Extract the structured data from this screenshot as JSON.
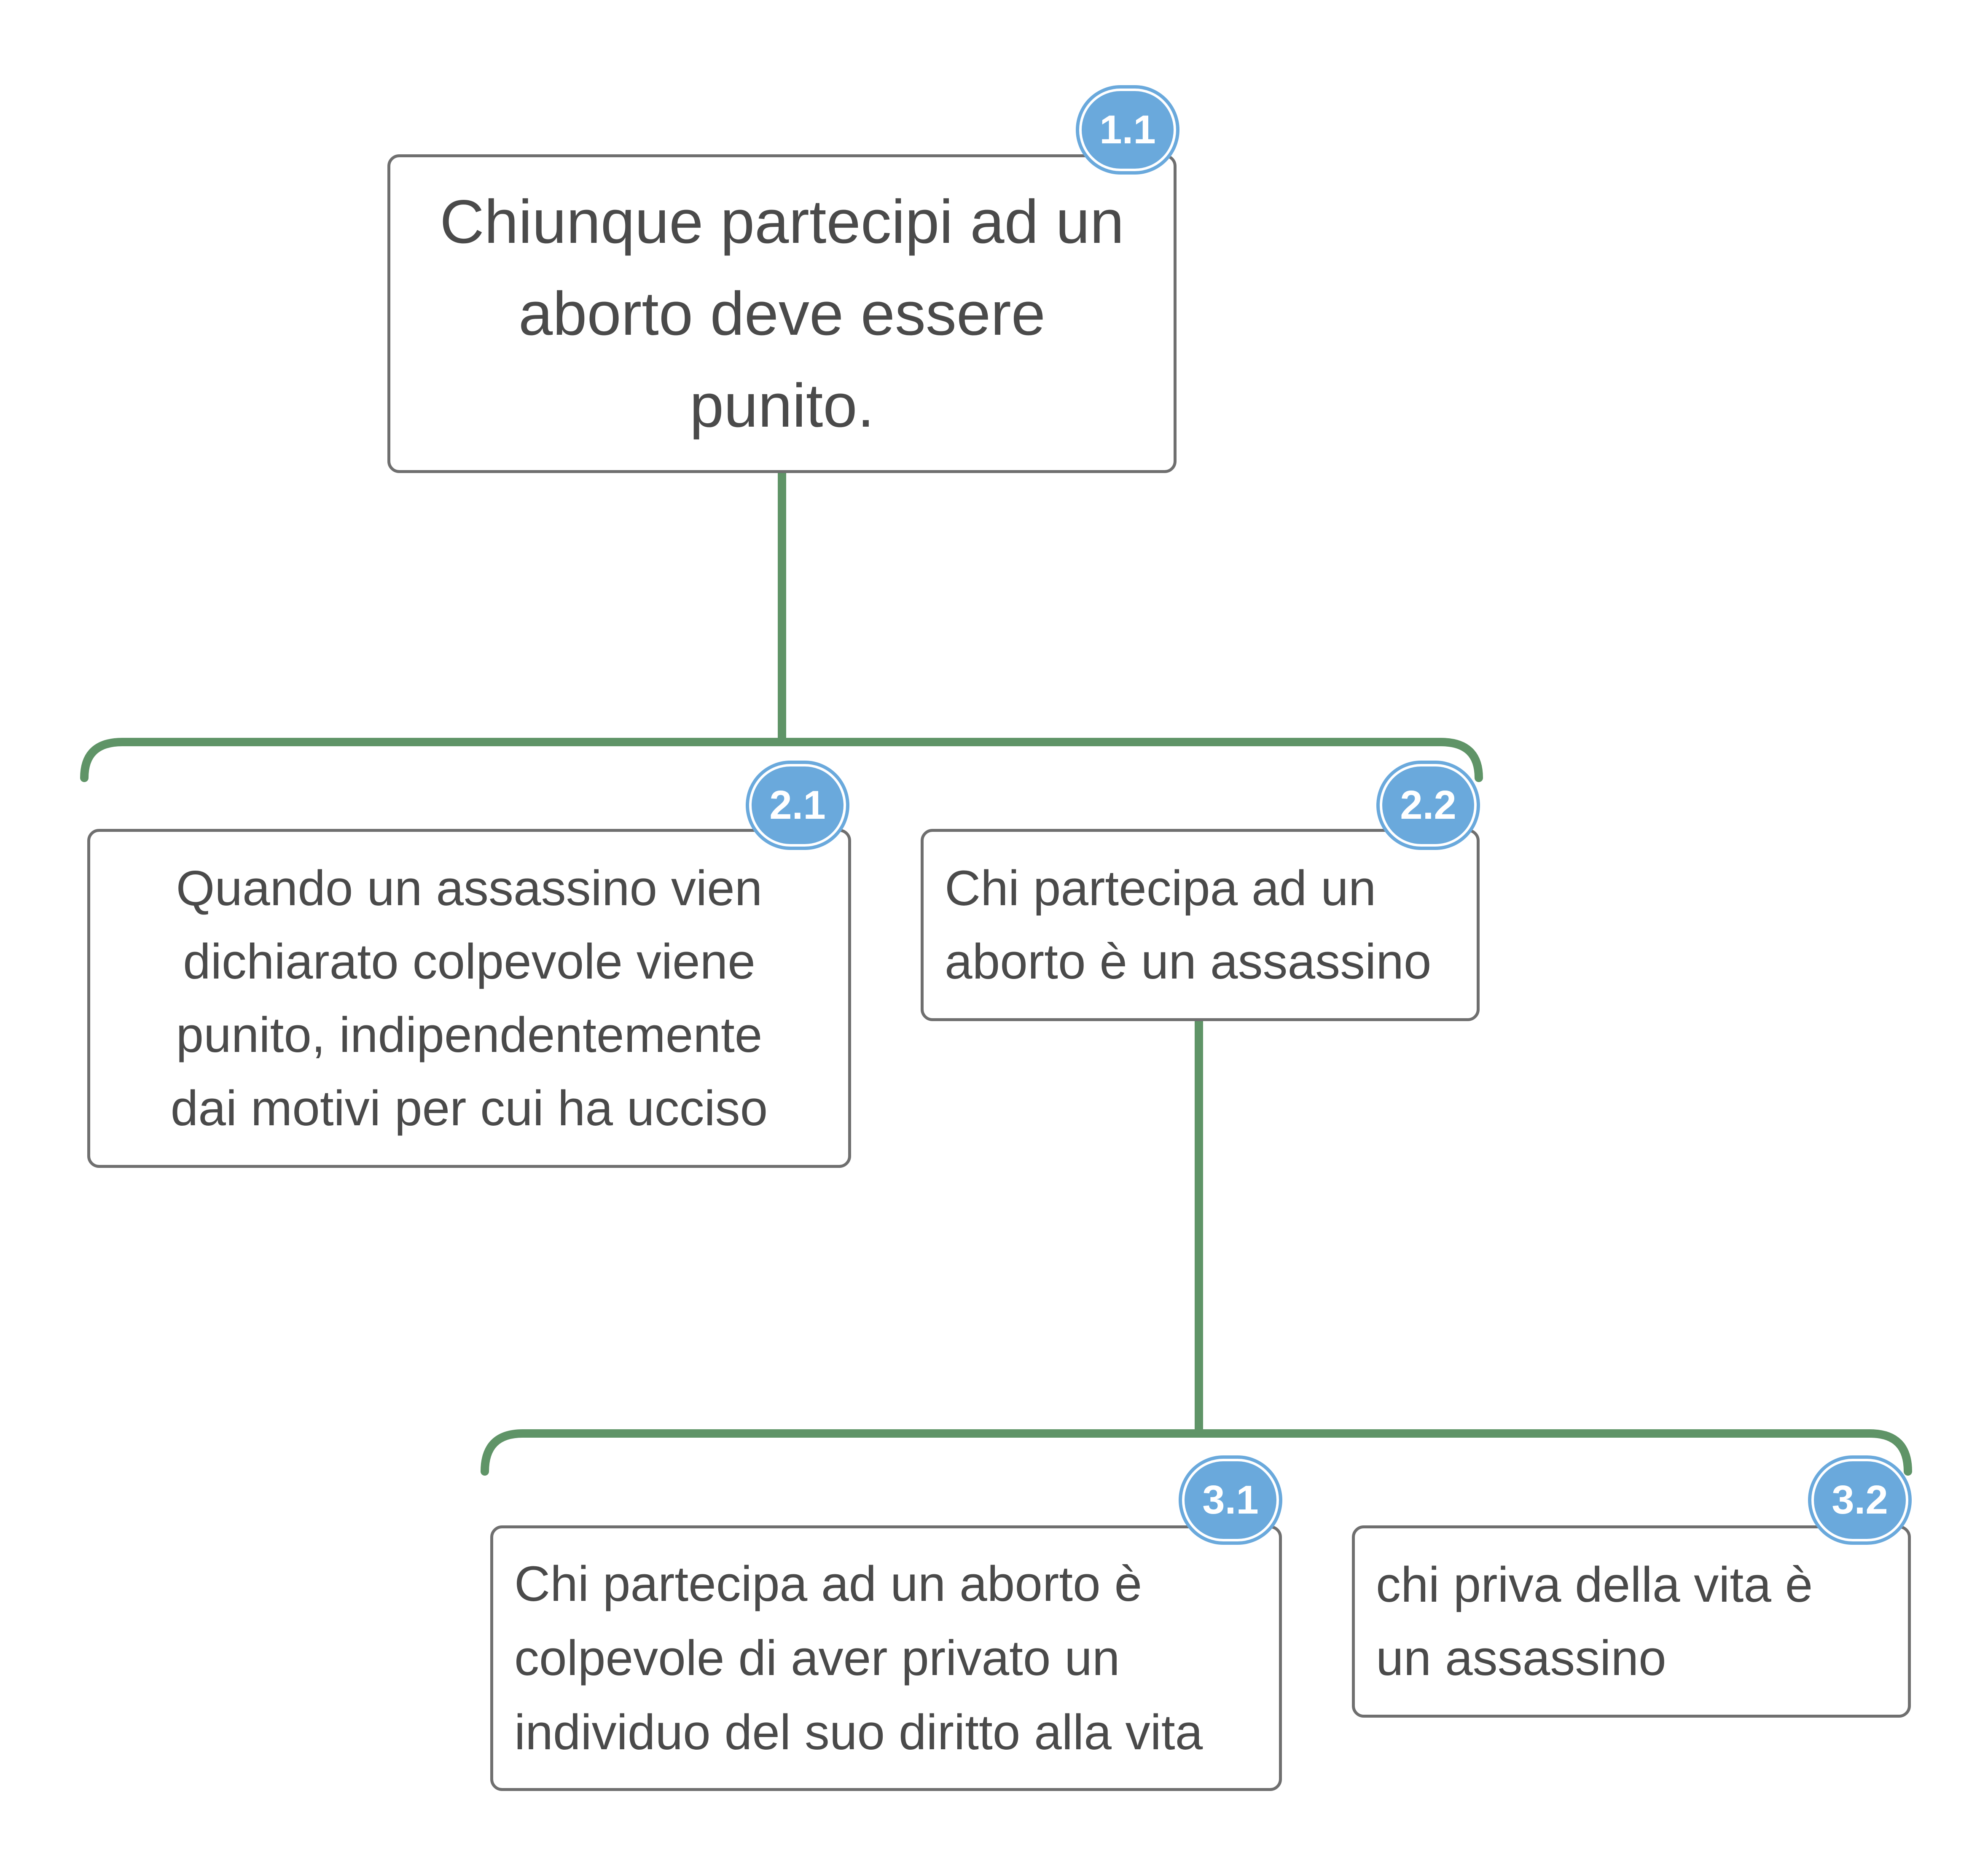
{
  "diagram": {
    "type": "argument-tree",
    "colors": {
      "connector": "#5f9467",
      "badge": "#6aa9dc",
      "node_border": "#6f6f6f",
      "node_text": "#4a4a4a"
    },
    "nodes": [
      {
        "id": "1.1",
        "badge": "1.1",
        "text": "Chiunque partecipi ad un\naborto deve essere\npunito."
      },
      {
        "id": "2.1",
        "parent": "1.1",
        "badge": "2.1",
        "text": "Quando un assassino vien\ndichiarato colpevole viene\npunito, indipendentemente\ndai motivi per cui ha ucciso"
      },
      {
        "id": "2.2",
        "parent": "1.1",
        "badge": "2.2",
        "text": "Chi partecipa ad un\naborto è un assassino"
      },
      {
        "id": "3.1",
        "parent": "2.2",
        "badge": "3.1",
        "text": "Chi partecipa ad un aborto è\ncolpevole di aver privato un\nindividuo del suo diritto alla vita"
      },
      {
        "id": "3.2",
        "parent": "2.2",
        "badge": "3.2",
        "text": "chi priva della vita è\nun assassino"
      }
    ]
  }
}
